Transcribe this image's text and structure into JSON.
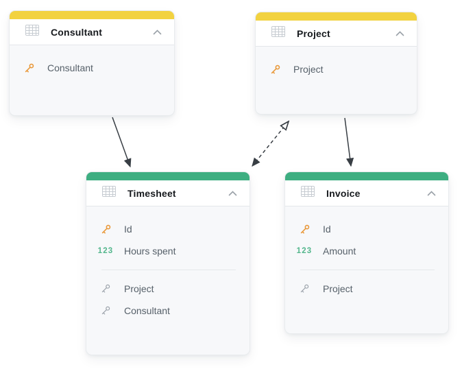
{
  "page": {
    "background": "#FFFFFF"
  },
  "colors": {
    "accent_yellow": "#F2D240",
    "accent_green": "#3EAE81",
    "primary_key": "#E9993B",
    "foreign_key": "#9CA3AB",
    "number_type": "#53B68C",
    "arrow": "#383E44",
    "title_text": "#16191D",
    "field_text": "#566069"
  },
  "icons": {
    "header_icon": "table-grid",
    "collapse_icon": "chevron-up",
    "number_type_label": "123"
  },
  "entities": [
    {
      "title": "Consultant",
      "accent": "#F2D240",
      "fields": [
        {
          "label": "Consultant",
          "type": "primary-key"
        }
      ],
      "foreign_fields": []
    },
    {
      "title": "Project",
      "accent": "#F2D240",
      "fields": [
        {
          "label": "Project",
          "type": "primary-key"
        }
      ],
      "foreign_fields": []
    },
    {
      "title": "Timesheet",
      "accent": "#3EAE81",
      "fields": [
        {
          "label": "Id",
          "type": "primary-key"
        },
        {
          "label": "Hours spent",
          "type": "number"
        }
      ],
      "foreign_fields": [
        {
          "label": "Project",
          "type": "foreign-key"
        },
        {
          "label": "Consultant",
          "type": "foreign-key"
        }
      ]
    },
    {
      "title": "Invoice",
      "accent": "#3EAE81",
      "fields": [
        {
          "label": "Id",
          "type": "primary-key"
        },
        {
          "label": "Amount",
          "type": "number"
        }
      ],
      "foreign_fields": [
        {
          "label": "Project",
          "type": "foreign-key"
        }
      ]
    }
  ],
  "relations": [
    {
      "from": "Consultant",
      "to": "Timesheet",
      "line": "solid"
    },
    {
      "from": "Project",
      "to": "Timesheet",
      "line": "dashed"
    },
    {
      "from": "Project",
      "to": "Invoice",
      "line": "solid"
    }
  ]
}
